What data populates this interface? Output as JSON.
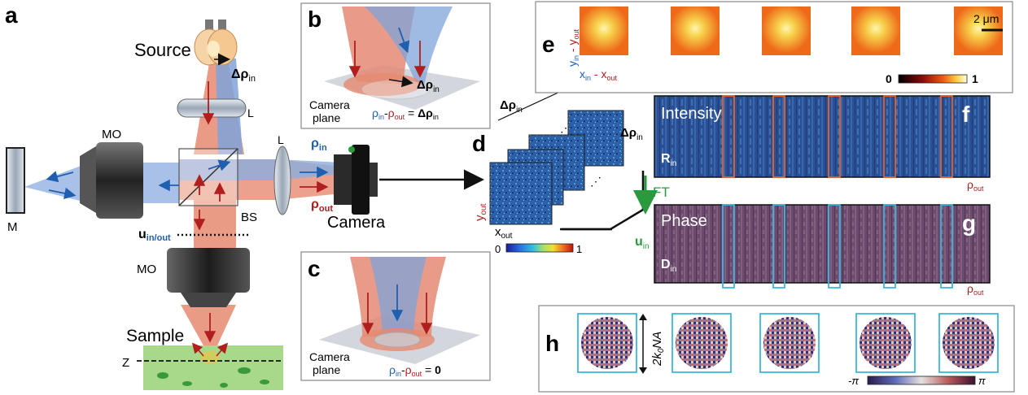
{
  "panels": {
    "a": "a",
    "b": "b",
    "c": "c",
    "d": "d",
    "e": "e",
    "f": "f",
    "g": "g",
    "h": "h"
  },
  "setup": {
    "source": "Source",
    "delta_rho_in": "Δρ",
    "delta_rho_in_sub": "in",
    "lens": "L",
    "mo": "MO",
    "mirror": "M",
    "bs": "BS",
    "camera": "Camera",
    "rho_in": "ρ",
    "rho_in_sub": "in",
    "rho_out": "ρ",
    "rho_out_sub": "out",
    "u_plane": "u",
    "u_plane_sub": "in/out",
    "sample": "Sample",
    "z": "Z"
  },
  "panel_b": {
    "camera_plane_1": "Camera",
    "camera_plane_2": "plane",
    "delta": "Δρ",
    "delta_sub": "in",
    "eq_rho_in": "ρ",
    "eq_rho_in_sub": "in",
    "eq_rho_out": "ρ",
    "eq_rho_out_sub": "out",
    "eq_rhs": "Δρ",
    "eq_rhs_sub": "in"
  },
  "panel_c": {
    "camera_plane_1": "Camera",
    "camera_plane_2": "plane",
    "eq_rho_in": "ρ",
    "eq_rho_in_sub": "in",
    "eq_rho_out": "ρ",
    "eq_rho_out_sub": "out",
    "eq_rhs": "0"
  },
  "panel_d": {
    "delta": "Δρ",
    "delta_sub": "in",
    "y_out": "y",
    "y_out_sub": "out",
    "x_out": "x",
    "x_out_sub": "out",
    "cbar_min": "0",
    "cbar_max": "1",
    "delta_right": "Δρ",
    "delta_right_sub": "in"
  },
  "panel_e": {
    "y_axis": "y",
    "y_axis_sub1": "in",
    "y_axis_minus": " - y",
    "y_axis_sub2": "out",
    "x_axis": "x",
    "x_axis_sub1": "in",
    "x_axis_minus": " - x",
    "x_axis_sub2": "out",
    "scalebar": "2 μm",
    "cbar_min": "0",
    "cbar_max": "1"
  },
  "panel_f": {
    "title": "Intensity",
    "matrix": "R",
    "matrix_sub": "in",
    "x_axis": "ρ",
    "x_axis_sub": "out"
  },
  "ft": "FT",
  "panel_g": {
    "title": "Phase",
    "matrix": "D",
    "matrix_sub": "in",
    "y_axis": "u",
    "y_axis_sub": "in",
    "x_axis": "ρ",
    "x_axis_sub": "out"
  },
  "panel_h": {
    "na_label": "2k",
    "na_sub": "0",
    "na_rest": "NA",
    "cbar_min": "-π",
    "cbar_max": "π"
  },
  "colors": {
    "red_beam": "#e8806a",
    "blue_beam": "#7fa3d9",
    "blue_text": "#1f5fb0",
    "red_text": "#b01e1e",
    "green": "#2a9a3f",
    "box_orange": "#e8602a",
    "box_cyan": "#3bb7e0",
    "matrix_blue": "#2a4f8f",
    "matrix_purple": "#6e4a6e"
  }
}
